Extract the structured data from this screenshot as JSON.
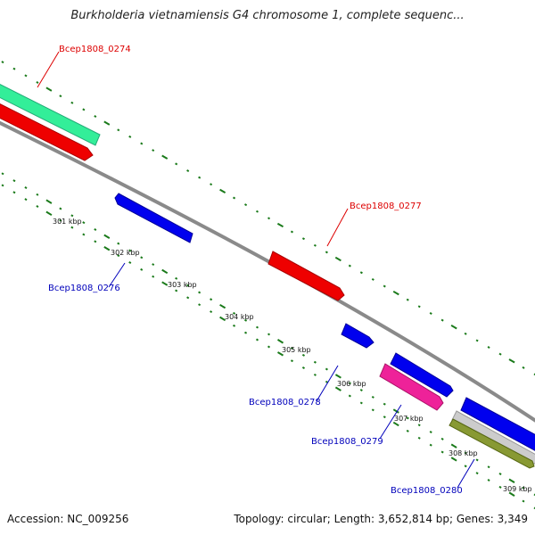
{
  "title": "Burkholderia vietnamiensis G4 chromosome 1, complete sequenc...",
  "footer": {
    "accession": "Accession: NC_009256",
    "summary": "Topology: circular; Length: 3,652,814 bp; Genes: 3,349"
  },
  "colors": {
    "background": "#ffffff",
    "backbone": "#8a8a8a",
    "tick": "#1a7a1a",
    "forward_label": "#dd0000",
    "reverse_label": "#0000bb",
    "green_track": "#33ee99",
    "red_gene": "#ee0000",
    "blue_gene": "#0000ee",
    "pink_gene": "#ee2299",
    "olive_gene": "#889933",
    "gray_gene": "#cccccc"
  },
  "scale_labels": [
    "301 kbp",
    "302 kbp",
    "303 kbp",
    "304 kbp",
    "305 kbp",
    "306 kbp",
    "307 kbp",
    "308 kbp",
    "309 kbp"
  ],
  "gene_labels": {
    "g0274": "Bcep1808_0274",
    "g0277": "Bcep1808_0277",
    "g0276": "Bcep1808_0276",
    "g0278": "Bcep1808_0278",
    "g0279": "Bcep1808_0279",
    "g0280": "Bcep1808_0280"
  }
}
